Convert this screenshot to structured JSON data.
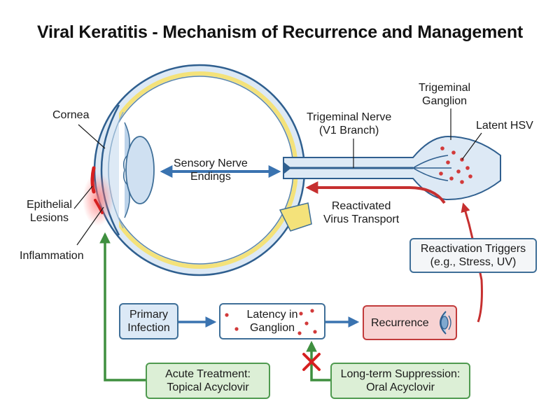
{
  "title": "Viral Keratitis - Mechanism of Recurrence and Management",
  "labels": {
    "cornea": "Cornea",
    "epithelial_line1": "Epithelial",
    "epithelial_line2": "Lesions",
    "inflammation": "Inflammation",
    "sensory_line1": "Sensory Nerve",
    "sensory_line2": "Endings",
    "trigeminal_nerve_line1": "Trigeminal Nerve",
    "trigeminal_nerve_line2": "(V1 Branch)",
    "trigeminal_ganglion_line1": "Trigeminal",
    "trigeminal_ganglion_line2": "Ganglion",
    "latent_hsv": "Latent HSV",
    "reactivated_line1": "Reactivated",
    "reactivated_line2": "Virus Transport"
  },
  "boxes": {
    "triggers_line1": "Reactivation Triggers",
    "triggers_line2": "(e.g., Stress, UV)",
    "primary_line1": "Primary",
    "primary_line2": "Infection",
    "latency_line1": "Latency in",
    "latency_line2": "Ganglion",
    "recurrence": "Recurrence",
    "acute_line1": "Acute Treatment:",
    "acute_line2": "Topical Acyclovir",
    "longterm_line1": "Long-term Suppression:",
    "longterm_line2": "Oral Acyclovir"
  },
  "colors": {
    "nerve_blue": "#2f5f8f",
    "flow_arrow": "#3a73b0",
    "reactivation_red": "#c62f2f",
    "treatment_green": "#3f8f3f",
    "virus_dot": "#d23a3a",
    "sclera_yellow": "#f4e27a",
    "eye_fill": "#dde9f5"
  },
  "icons": [
    "block-x-icon",
    "eye-icon",
    "virus-particle-icon"
  ]
}
